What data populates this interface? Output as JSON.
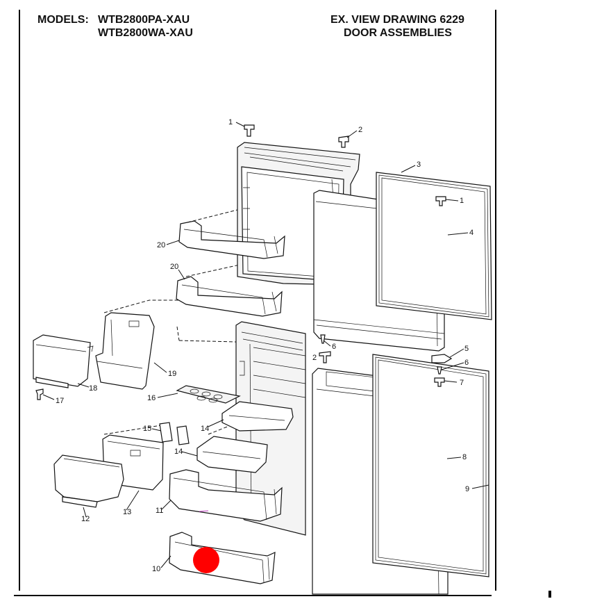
{
  "header": {
    "models_label": "MODELS:",
    "model_1": "WTB2800PA-XAU",
    "model_2": "WTB2800WA-XAU",
    "drawing_title": "EX. VIEW DRAWING 6229",
    "drawing_subtitle": "DOOR ASSEMBLIES"
  },
  "callouts": [
    "1",
    "2",
    "3",
    "1",
    "4",
    "20",
    "20",
    "6",
    "5",
    "2",
    "6",
    "7",
    "19",
    "18",
    "17",
    "16",
    "15",
    "14",
    "14",
    "8",
    "9",
    "12",
    "13",
    "11",
    "10"
  ],
  "marker": {
    "color": "#ff0000"
  }
}
